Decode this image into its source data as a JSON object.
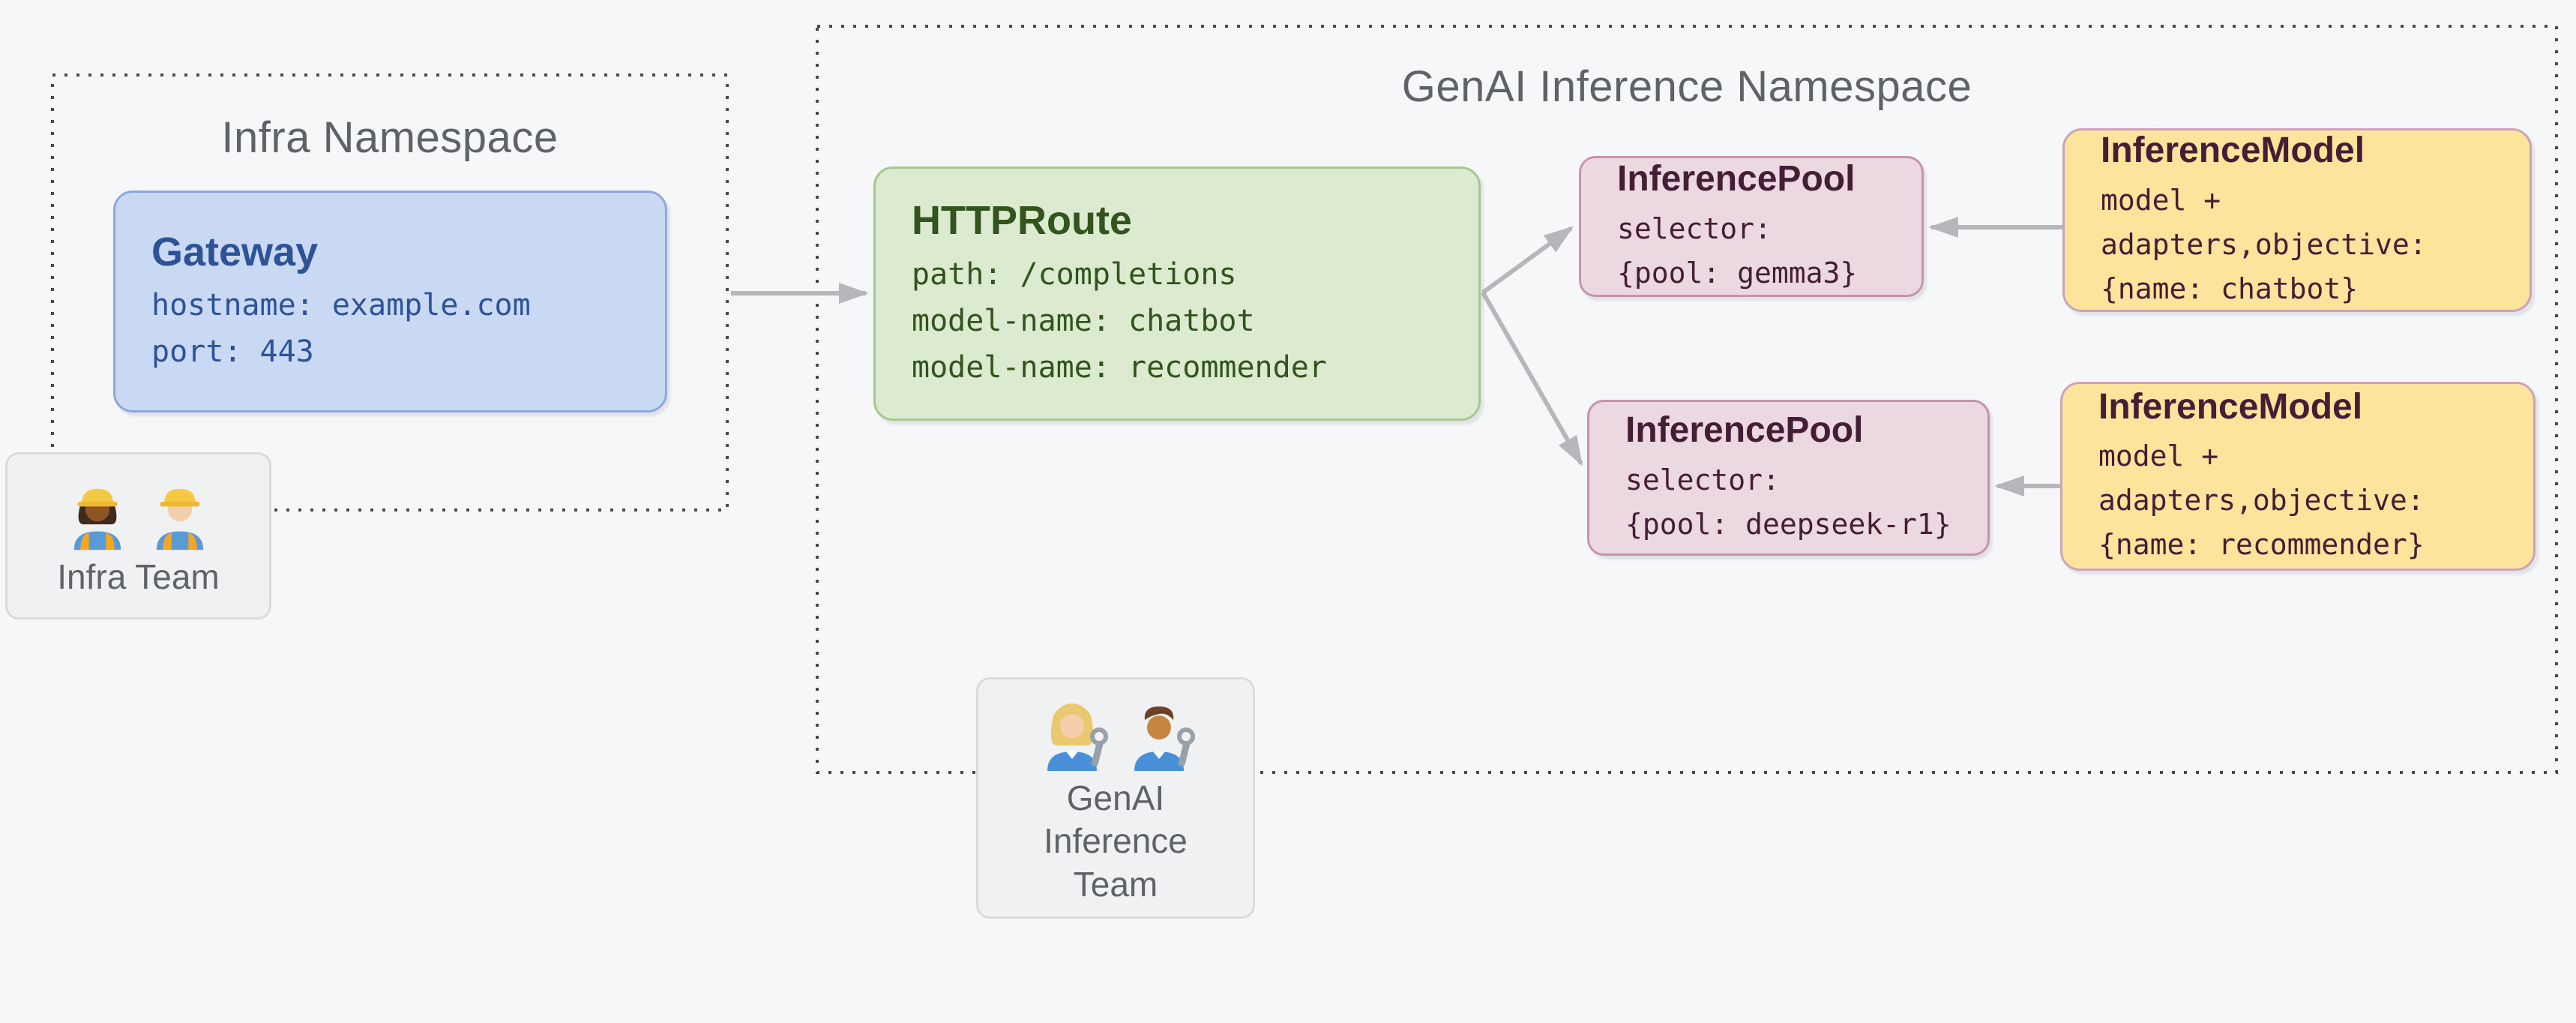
{
  "diagram": {
    "background": "#f6f7f9",
    "infra_namespace": {
      "title": "Infra Namespace",
      "gateway": {
        "title": "Gateway",
        "lines": [
          "hostname: example.com",
          "port: 443"
        ]
      },
      "team": {
        "label": "Infra Team",
        "icons": [
          "woman-construction-worker",
          "man-construction-worker"
        ],
        "emoji": "👷🏾‍♀️👷🏻‍♂️"
      }
    },
    "genai_namespace": {
      "title": "GenAI Inference Namespace",
      "httproute": {
        "title": "HTTPRoute",
        "lines": [
          "path: /completions",
          "model-name: chatbot",
          "model-name: recommender"
        ]
      },
      "inference_pools": [
        {
          "title": "InferencePool",
          "lines": [
            "selector:",
            "{pool: gemma3}"
          ]
        },
        {
          "title": "InferencePool",
          "lines": [
            "selector:",
            "{pool: deepseek-r1}"
          ]
        }
      ],
      "inference_models": [
        {
          "title": "InferenceModel",
          "lines": [
            "model +",
            "adapters,objective:",
            "{name: chatbot}"
          ]
        },
        {
          "title": "InferenceModel",
          "lines": [
            "model +",
            "adapters,objective:",
            "{name: recommender}"
          ]
        }
      ],
      "team": {
        "label": "GenAI Inference Team",
        "icons": [
          "woman-mechanic",
          "man-mechanic"
        ],
        "emoji": "👩🏼‍🔧👨🏽‍🔧"
      }
    },
    "colors": {
      "gateway_fill": "#c9d9f4",
      "gateway_border": "#8fa8db",
      "gateway_text": "#2d5296",
      "httproute_fill": "#dcead0",
      "httproute_border": "#a6c78e",
      "httproute_text": "#32541e",
      "pool_fill": "#ecd8e1",
      "pool_border": "#c693ac",
      "pool_text": "#441e34",
      "model_fill": "#fce49d",
      "model_border": "#cba3ba",
      "model_text": "#441e34",
      "team_fill": "#f0f1f3",
      "team_border": "#d9dbdd",
      "arrow": "#b5b7ba",
      "dotted_border": "#4a4a4a",
      "title_text": "#5f6368"
    }
  }
}
